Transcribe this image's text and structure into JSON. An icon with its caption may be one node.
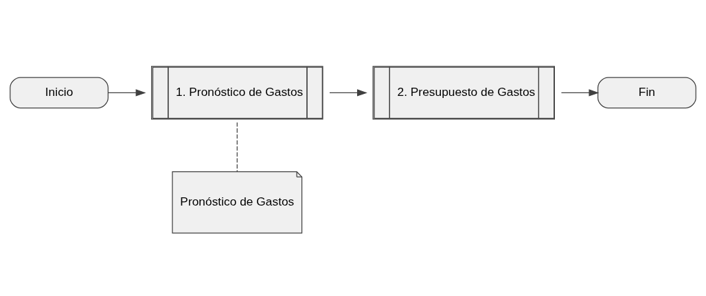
{
  "diagram": {
    "nodes": [
      {
        "text": [
          "Inicio"
        ]
      },
      {
        "text": [
          "1. Pronóstico de Gastos"
        ]
      },
      {
        "text": [
          "2. Presupuesto de Gastos"
        ]
      },
      {
        "text": [
          "Fin"
        ]
      },
      {
        "text": [
          "Pronóstico de Gastos"
        ]
      }
    ],
    "edges": [
      {
        "from": 0,
        "to": 1,
        "arrow": "to"
      },
      {
        "from": 1,
        "to": 2,
        "arrow": "to"
      },
      {
        "from": 2,
        "to": 3,
        "arrow": "to"
      },
      {
        "from": 1,
        "to": 4,
        "arrow": "none",
        "style": "dashed"
      }
    ]
  }
}
